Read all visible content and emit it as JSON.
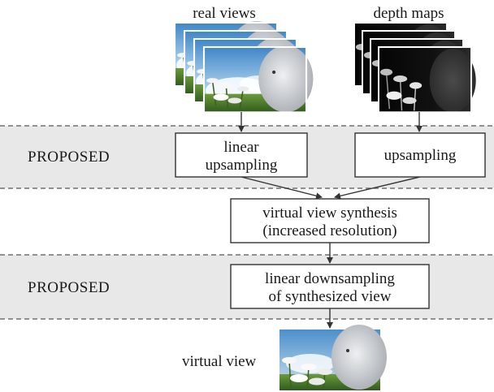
{
  "inputs": {
    "real_views_label": "real views",
    "depth_maps_label": "depth maps"
  },
  "bands": [
    {
      "label": "PROPOSED"
    },
    {
      "label": "PROPOSED"
    }
  ],
  "boxes": {
    "linear_upsampling": [
      "linear",
      "upsampling"
    ],
    "upsampling": [
      "upsampling"
    ],
    "synthesis": [
      "virtual view synthesis",
      "(increased resolution)"
    ],
    "downsampling": [
      "linear downsampling",
      "of synthesized view"
    ]
  },
  "output": {
    "label": "virtual view"
  },
  "colors": {
    "band_fill": "#e8e8e8",
    "band_border": "#707070",
    "box_border": "#333333",
    "arrow": "#333333"
  }
}
